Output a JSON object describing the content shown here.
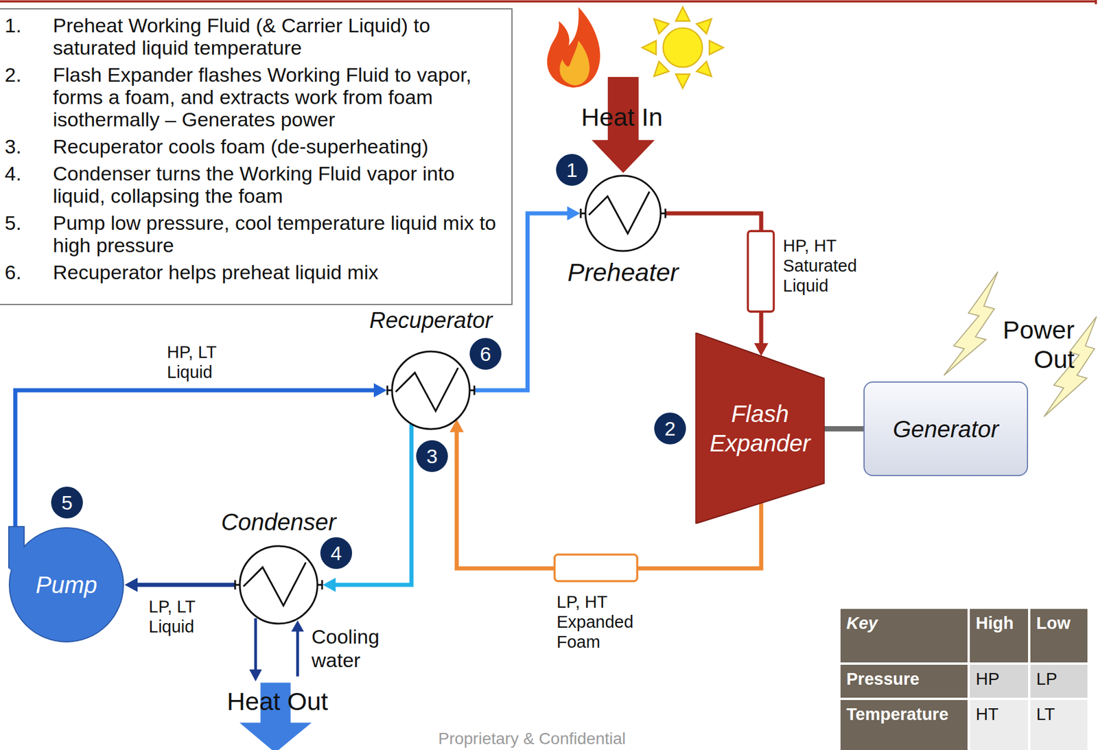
{
  "diagram": {
    "nodes": [
      {
        "text": [
          "1.",
          "Preheat Working Fluid (& Carrier Liquid) to saturated liquid temperature",
          "2.",
          "Flash Expander flashes Working Fluid to vapor, forms a foam, and extracts work from foam isothermally – Generates power",
          "3.",
          "Recuperator cools foam (de-superheating)",
          "4.",
          "Condenser turns the Working Fluid vapor into liquid, collapsing the foam",
          "5.",
          "Pump low pressure, cool temperature liquid mix to high pressure",
          "6.",
          "Recuperator helps preheat liquid mix"
        ]
      },
      {
        "text": [
          "Preheater"
        ]
      },
      {
        "text": [
          "Recuperator"
        ]
      },
      {
        "text": [
          "Flash Expander"
        ]
      },
      {
        "text": [
          "Generator"
        ]
      },
      {
        "text": [
          "Pump"
        ]
      },
      {
        "text": [
          "Condenser"
        ]
      }
    ],
    "edges": [
      {
        "from": 5,
        "to": 2,
        "arrow": "to"
      },
      {
        "from": 2,
        "to": 1,
        "arrow": "to"
      },
      {
        "from": 1,
        "to": 3,
        "arrow": "to"
      },
      {
        "from": 3,
        "to": 2,
        "arrow": "to"
      },
      {
        "from": 2,
        "to": 6,
        "arrow": "to"
      },
      {
        "from": 6,
        "to": 5,
        "arrow": "to"
      },
      {
        "from": 3,
        "to": 4,
        "arrow": "none"
      }
    ],
    "labels": [
      "Heat In",
      "HP, HT Saturated Liquid",
      "Power Out",
      "HP, LT Liquid",
      "1",
      "6",
      "2",
      "3",
      "5",
      "4",
      "LP, LT Liquid",
      "Cooling water",
      "LP, HT Expanded Foam",
      "Heat Out",
      "Key",
      "High",
      "Low",
      "Pressure",
      "HP",
      "LP",
      "Temperature",
      "HT",
      "LT",
      "Proprietary & Confidential"
    ]
  }
}
